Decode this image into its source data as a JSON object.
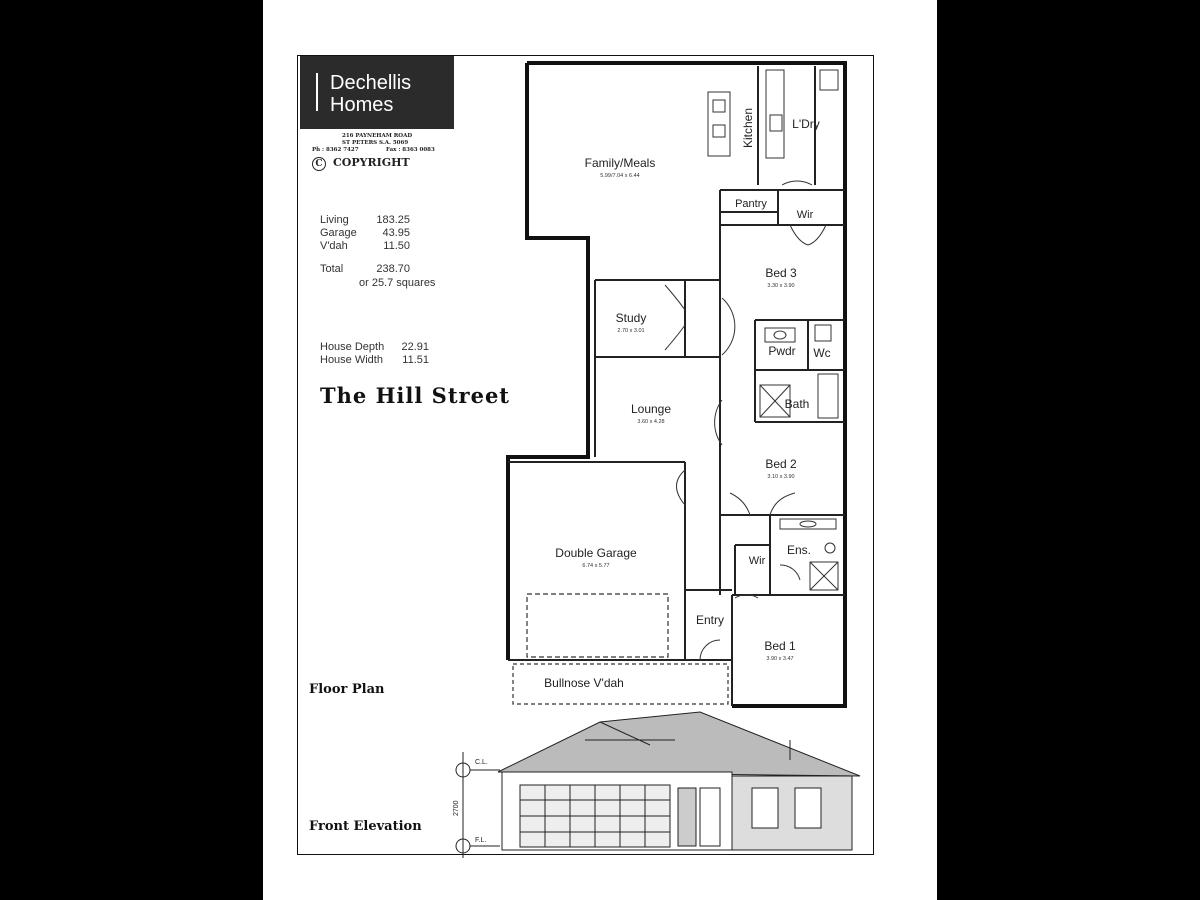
{
  "brand": {
    "line1": "Dechellis",
    "line2": "Homes"
  },
  "address": {
    "line1": "216 PAYNEHAM ROAD",
    "line2": "ST PETERS S.A. 5069",
    "phone": "Ph : 8362 7427",
    "fax": "Fax : 8363 0083"
  },
  "copyright": "COPYRIGHT",
  "areas": {
    "living_label": "Living",
    "living_value": "183.25",
    "garage_label": "Garage",
    "garage_value": "43.95",
    "verandah_label": "V'dah",
    "verandah_value": "11.50",
    "total_label": "Total",
    "total_value": "238.70",
    "squares": "or 25.7 squares"
  },
  "house": {
    "depth_label": "House Depth",
    "depth_value": "22.91",
    "width_label": "House Width",
    "width_value": "11.51"
  },
  "title": "The Hill Street",
  "captions": {
    "floor_plan": "Floor Plan",
    "front_elevation": "Front Elevation"
  },
  "rooms": {
    "family": {
      "name": "Family/Meals",
      "dim": "5.99/7.04 x 6.44"
    },
    "kitchen": "Kitchen",
    "laundry": "L'Dry",
    "pantry": "Pantry",
    "wir_top": "Wir",
    "bed3": {
      "name": "Bed 3",
      "dim": "3.30 x 3.90"
    },
    "study": {
      "name": "Study",
      "dim": "2.70 x 3.01"
    },
    "pwdr": "Pwdr",
    "wc": "Wc",
    "bath": "Bath",
    "lounge": {
      "name": "Lounge",
      "dim": "3.60 x 4.28"
    },
    "bed2": {
      "name": "Bed 2",
      "dim": "3.10 x 3.90"
    },
    "garage": {
      "name": "Double Garage",
      "dim": "6.74 x 5.77"
    },
    "ens": "Ens.",
    "wir_bed1": "Wir",
    "entry": "Entry",
    "bed1": {
      "name": "Bed 1",
      "dim": "3.90 x 3.47"
    },
    "verandah": "Bullnose V'dah"
  },
  "elevation": {
    "ceiling": "C.L.",
    "floor": "F.L.",
    "height": "2700"
  }
}
